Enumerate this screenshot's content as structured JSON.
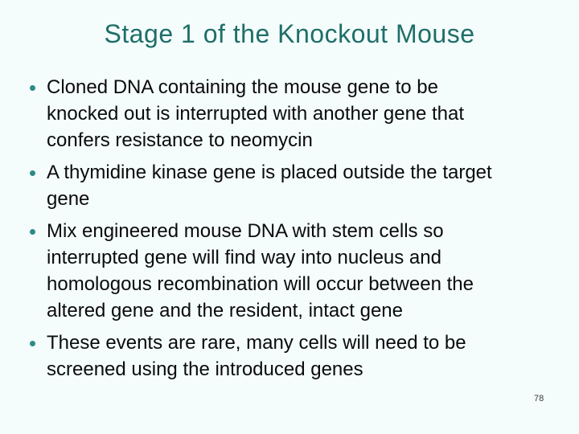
{
  "slide": {
    "title": "Stage 1 of the Knockout Mouse",
    "bullets": [
      {
        "text": "Cloned DNA containing the mouse gene to be knocked out is interrupted with another gene that confers resistance to neomycin",
        "lines": [
          "Cloned DNA containing the mouse gene to be",
          "knocked out is interrupted with another gene that",
          "confers resistance to neomycin"
        ]
      },
      {
        "text": "A thymidine kinase gene is placed outside the target gene",
        "lines": [
          "A thymidine kinase gene is placed outside the target",
          "gene"
        ]
      },
      {
        "text": "Mix engineered mouse DNA with stem cells so interrupted gene will find way into nucleus and homologous recombination will occur between the altered gene and the resident, intact gene",
        "lines": [
          "Mix engineered mouse DNA with stem cells so",
          "interrupted gene will find way into nucleus and",
          "homologous recombination will occur between the",
          "altered gene and the resident, intact gene"
        ]
      },
      {
        "text": "These events are rare, many cells will need to be screened using the introduced genes",
        "lines": [
          "These events are rare, many cells will need to be",
          "screened using the introduced genes"
        ]
      }
    ],
    "page_number": "78",
    "colors": {
      "title": "#1F6F68",
      "bullet_dot": "#2E8B85",
      "body_text": "#0B0B0B",
      "background": "#F4FCFC"
    }
  }
}
